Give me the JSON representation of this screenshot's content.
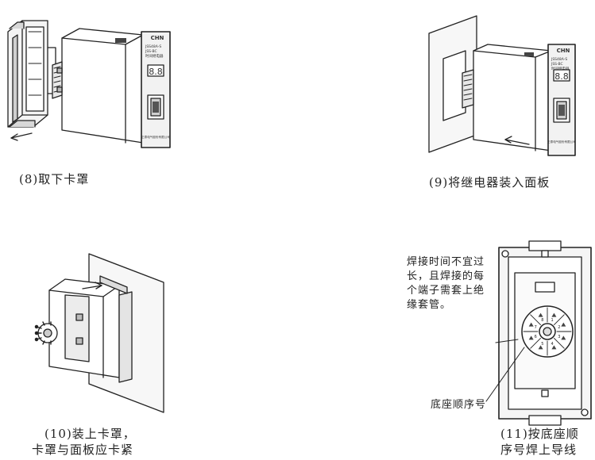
{
  "device": {
    "brand_logo": "CHN",
    "model_line1": "JSS48A-S",
    "model_line2": "JSS-BC",
    "model_line3": "时间继电器",
    "display": "8.8",
    "maker": "正泰电气股份有限公司"
  },
  "steps": [
    {
      "caption": "(8)取下卡罩"
    },
    {
      "caption": "(9)将继电器装入面板"
    },
    {
      "caption_line1": "(10)装上卡罩，",
      "caption_line2": "卡罩与面板应卡紧"
    },
    {
      "caption_line1": "(11)按底座顺",
      "caption_line2": "序号焊上导线"
    }
  ],
  "callouts": {
    "solder_note": [
      "焊接时间不宜过",
      "长，且焊接的每",
      "个端子需套上绝",
      "缘套管。"
    ],
    "base_order_label": "底座顺序号"
  },
  "socket_numbers": [
    "1",
    "2",
    "3",
    "4",
    "5",
    "6",
    "7",
    "8"
  ]
}
